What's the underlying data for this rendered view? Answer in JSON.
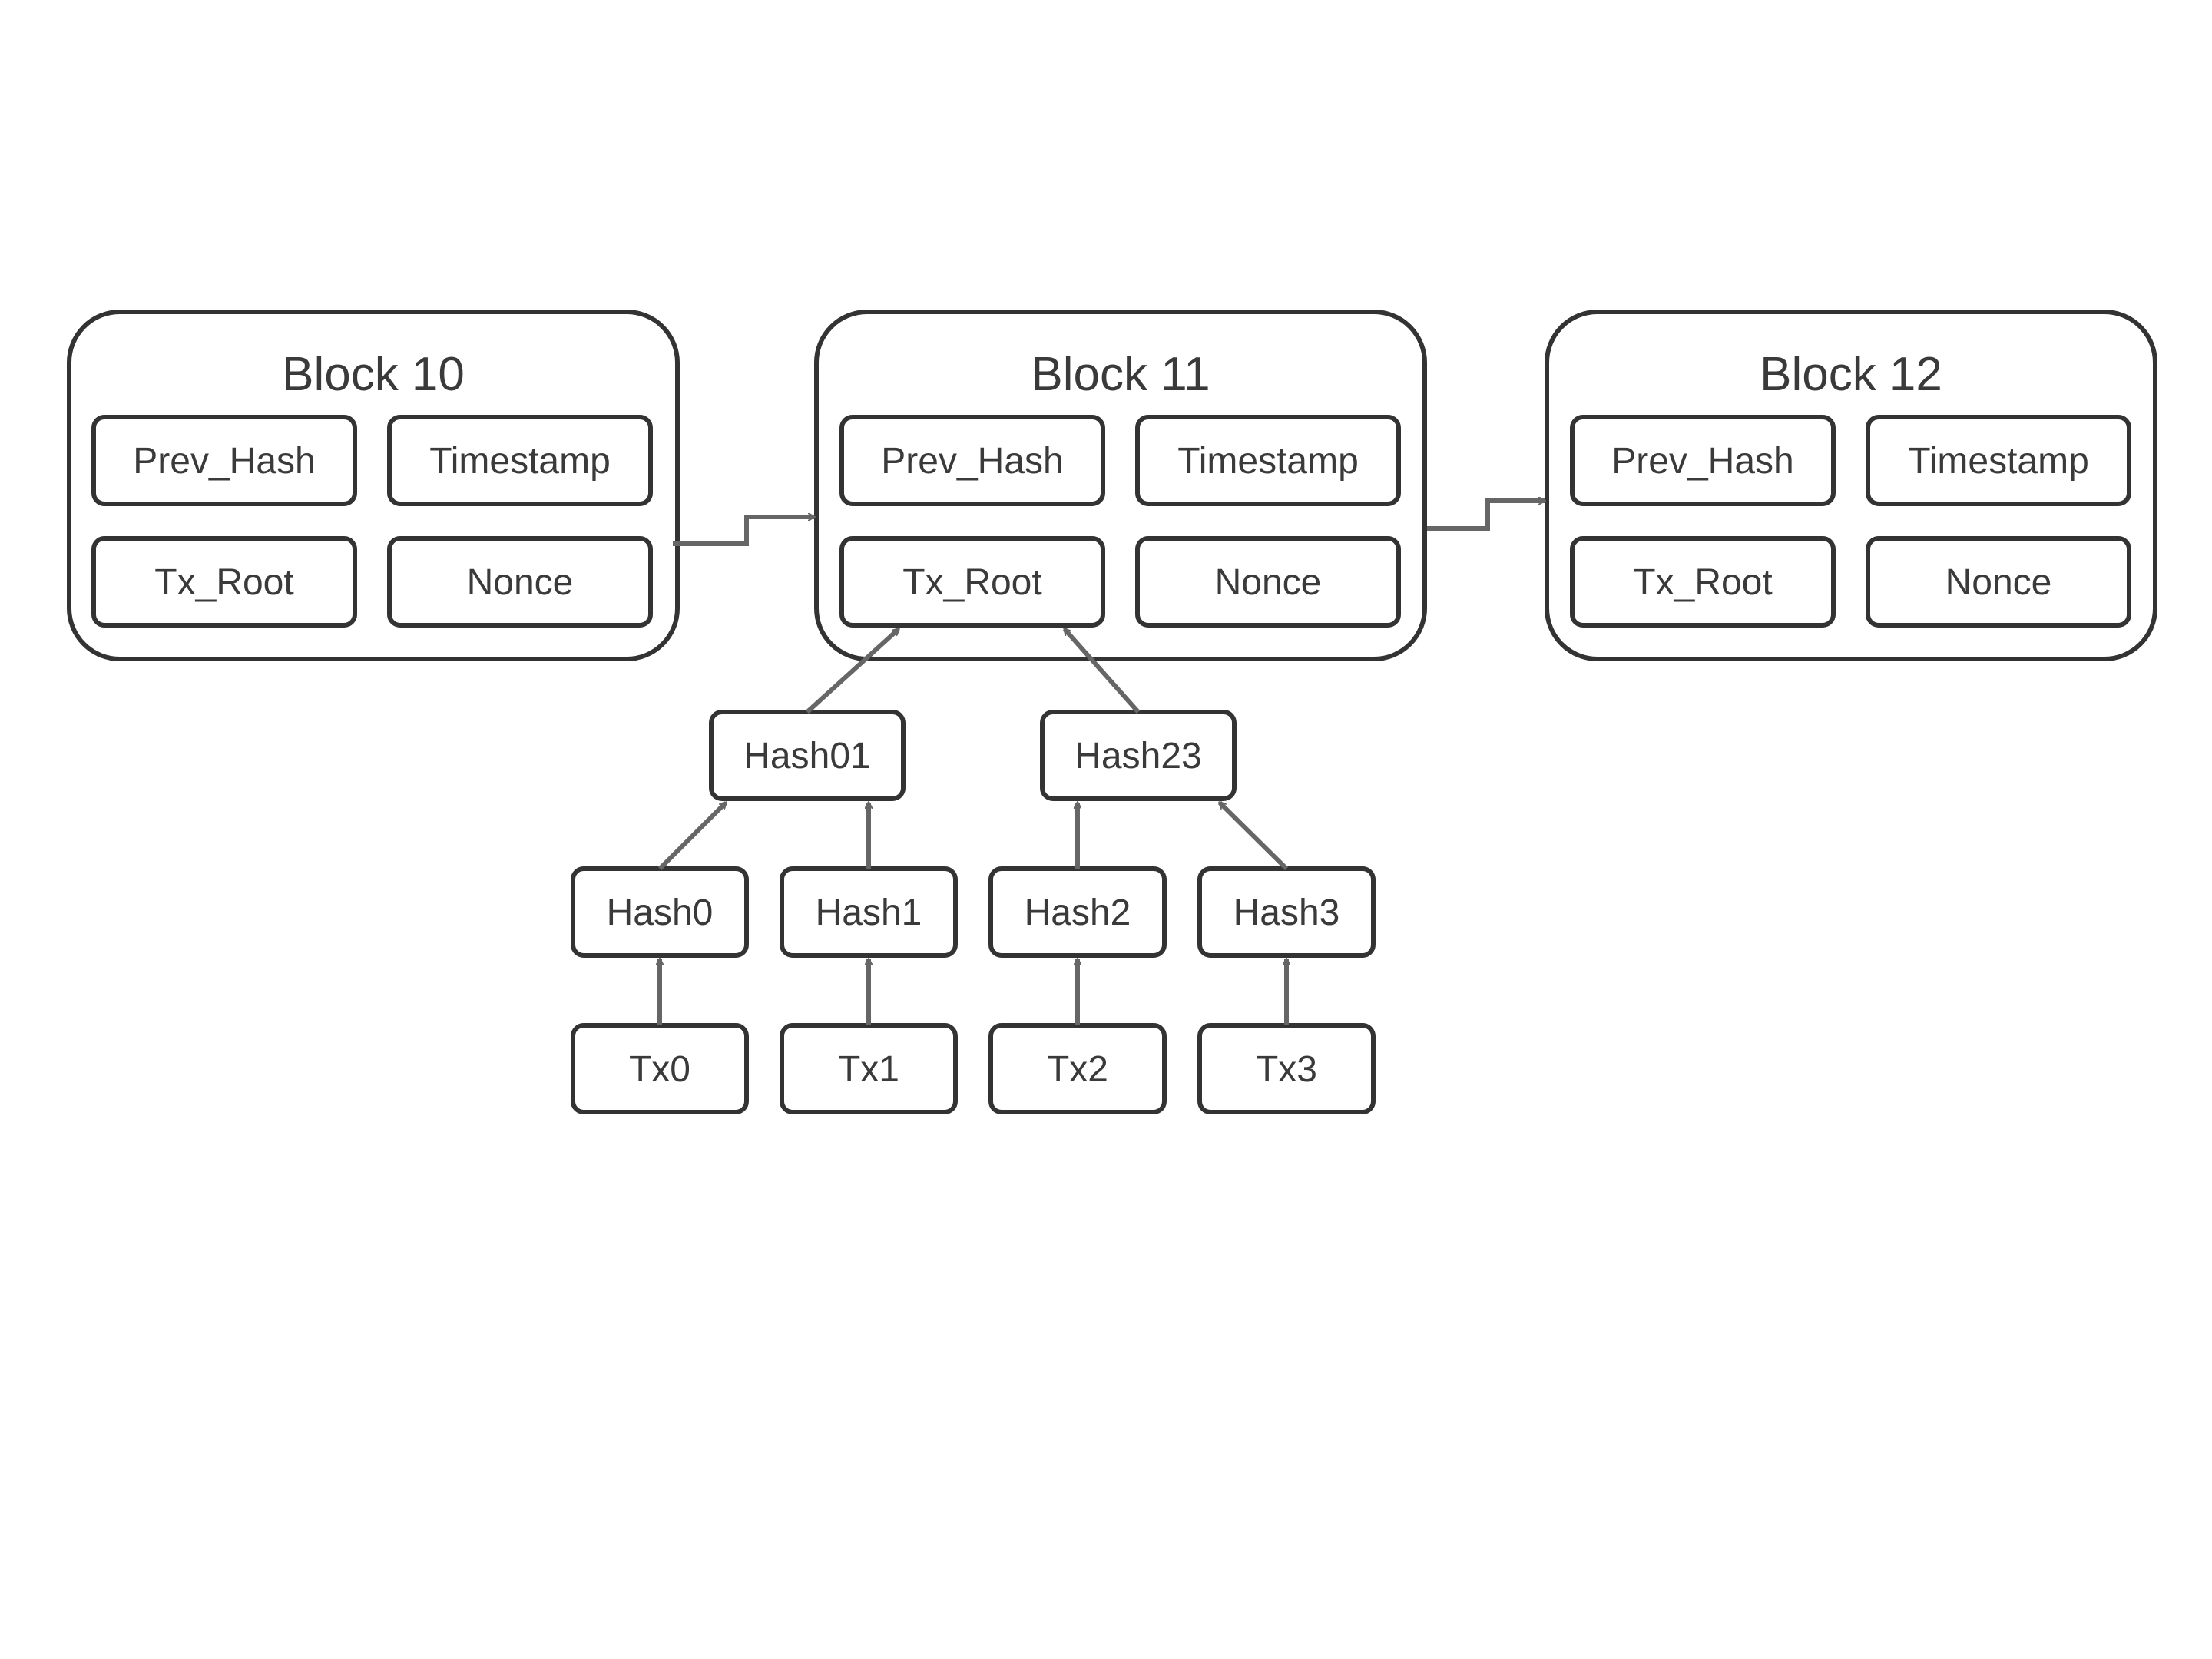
{
  "colors": {
    "stroke": "#333333",
    "arrow": "#666666",
    "text": "#3a3a3a",
    "background": "#ffffff"
  },
  "blocks": [
    {
      "title": "Block 10",
      "fields": {
        "prev_hash": "Prev_Hash",
        "timestamp": "Timestamp",
        "tx_root": "Tx_Root",
        "nonce": "Nonce"
      }
    },
    {
      "title": "Block 11",
      "fields": {
        "prev_hash": "Prev_Hash",
        "timestamp": "Timestamp",
        "tx_root": "Tx_Root",
        "nonce": "Nonce"
      }
    },
    {
      "title": "Block 12",
      "fields": {
        "prev_hash": "Prev_Hash",
        "timestamp": "Timestamp",
        "tx_root": "Tx_Root",
        "nonce": "Nonce"
      }
    }
  ],
  "merkle": {
    "level1": [
      "Hash01",
      "Hash23"
    ],
    "level2": [
      "Hash0",
      "Hash1",
      "Hash2",
      "Hash3"
    ],
    "transactions": [
      "Tx0",
      "Tx1",
      "Tx2",
      "Tx3"
    ]
  },
  "edges": [
    {
      "from": "Block 10",
      "to": "Block 11"
    },
    {
      "from": "Block 11",
      "to": "Block 12"
    },
    {
      "from": "Hash01",
      "to": "Block 11 Tx_Root"
    },
    {
      "from": "Hash23",
      "to": "Block 11 Tx_Root"
    },
    {
      "from": "Hash0",
      "to": "Hash01"
    },
    {
      "from": "Hash1",
      "to": "Hash01"
    },
    {
      "from": "Hash2",
      "to": "Hash23"
    },
    {
      "from": "Hash3",
      "to": "Hash23"
    },
    {
      "from": "Tx0",
      "to": "Hash0"
    },
    {
      "from": "Tx1",
      "to": "Hash1"
    },
    {
      "from": "Tx2",
      "to": "Hash2"
    },
    {
      "from": "Tx3",
      "to": "Hash3"
    }
  ]
}
